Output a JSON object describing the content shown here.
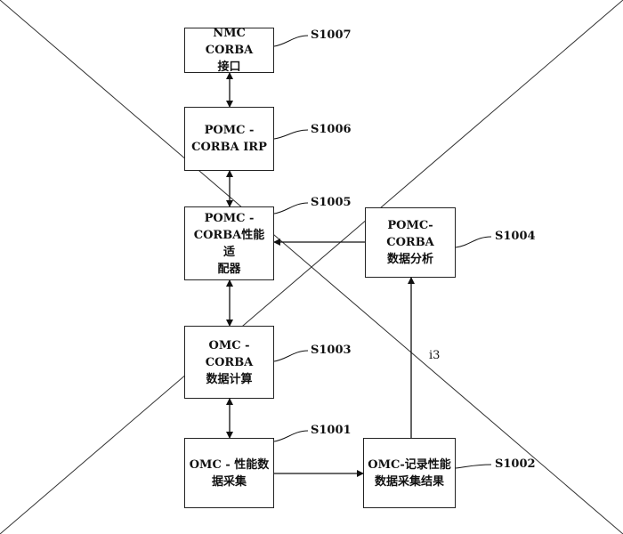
{
  "boxes": [
    {
      "id": "S1007",
      "lines": [
        "NMC CORBA",
        "接口"
      ]
    },
    {
      "id": "S1006",
      "lines": [
        "POMC -",
        "CORBA IRP"
      ]
    },
    {
      "id": "S1005",
      "lines": [
        "POMC -",
        "CORBA性能适",
        "配器"
      ]
    },
    {
      "id": "S1004",
      "lines": [
        "POMC-CORBA",
        "数据分析"
      ]
    },
    {
      "id": "S1003",
      "lines": [
        "OMC - CORBA",
        "数据计算"
      ]
    },
    {
      "id": "S1001",
      "lines": [
        "OMC - 性能数",
        "据采集"
      ]
    },
    {
      "id": "S1002",
      "lines": [
        "OMC-记录性能",
        "数据采集结果"
      ]
    }
  ],
  "labels": {
    "s1007": "S1007",
    "s1006": "S1006",
    "s1005": "S1005",
    "s1004": "S1004",
    "s1003": "S1003",
    "s1001": "S1001",
    "s1002": "S1002",
    "edge_note": "i3"
  }
}
